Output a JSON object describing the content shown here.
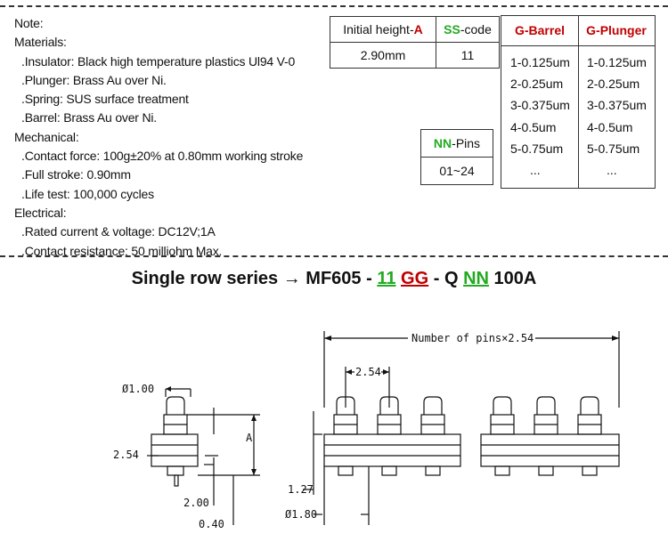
{
  "notes": {
    "title": "Note:",
    "materials_heading": "Materials:",
    "materials": [
      ".Insulator: Black high temperature plastics Ul94 V-0",
      ".Plunger: Brass Au over Ni.",
      ".Spring: SUS surface treatment",
      ".Barrel: Brass Au over Ni."
    ],
    "mechanical_heading": "Mechanical:",
    "mechanical": [
      ".Contact force: 100g±20% at 0.80mm working stroke",
      ".Full stroke: 0.90mm",
      ".Life test: 100,000 cycles"
    ],
    "electrical_heading": "Electrical:",
    "electrical": [
      ".Rated current & voltage: DC12V;1A",
      ".Contact resistance: 50 milliohm Max."
    ]
  },
  "height_table": {
    "header_a_prefix": "Initial height-",
    "header_a_key": "A",
    "header_b_key": "SS",
    "header_b_suffix": "-code",
    "value_a": "2.90mm",
    "value_b": "11"
  },
  "pins_table": {
    "header_key": "NN",
    "header_suffix": "-Pins",
    "value": "01~24"
  },
  "g_table": {
    "barrel_header": "G-Barrel",
    "plunger_header": "G-Plunger",
    "barrel_items": [
      "1-0.125um",
      "2-0.25um",
      "3-0.375um",
      "4-0.5um",
      "5-0.75um",
      "..."
    ],
    "plunger_items": [
      "1-0.125um",
      "2-0.25um",
      "3-0.375um",
      "4-0.5um",
      "5-0.75um",
      "..."
    ]
  },
  "series": {
    "label": "Single row series",
    "arrow": "→",
    "part_prefix": "MF605 - ",
    "code_ss": "11",
    "code_gg": "GG",
    "part_mid": " - Q ",
    "code_nn": "NN",
    "part_suffix": " 100A"
  },
  "drawing": {
    "side_dims": {
      "dia_plunger": "Ø1.00",
      "a_label": "A",
      "pitch_left": "2.54",
      "dim_200": "2.00",
      "dim_040": "0.40"
    },
    "front_dims": {
      "total": "Number of pins×2.54",
      "pitch": "2.54",
      "dim_127": "1.27",
      "dia_barrel": "Ø1.80"
    }
  },
  "colors": {
    "red": "#c00000",
    "green": "#22aa22"
  }
}
